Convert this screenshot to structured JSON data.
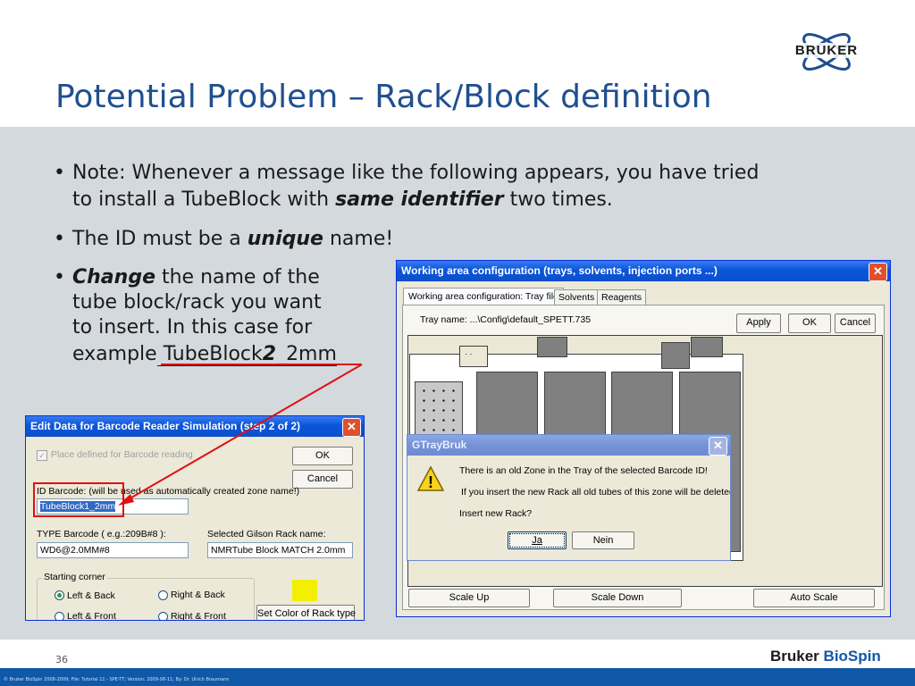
{
  "logo": {
    "text": "BRUKER"
  },
  "title": "Potential Problem – Rack/Block definition",
  "bullets": {
    "b1_l1": "Note: Whenever a message like the following appears, you have tried",
    "b1_l2a": "to install a TubeBlock with ",
    "b1_l2b": "same identifier",
    "b1_l2c": " two times.",
    "b2_a": "The ID must be a ",
    "b2_b": "unique",
    "b2_c": " name!",
    "b3_l1a": "Change",
    "b3_l1b": " the name of the",
    "b3_l2": "tube block/rack you want",
    "b3_l3": "to insert. In this case for",
    "b3_l4a": "example",
    "b3_l4b": " TubeBlock",
    "b3_l4c": "2",
    "b3_l4d": "_2mm"
  },
  "barcode_dialog": {
    "title": "Edit Data for Barcode Reader Simulation (step 2 of 2)",
    "close": "✕",
    "checkbox_label": "Place defined for Barcode reading",
    "ok": "OK",
    "cancel": "Cancel",
    "id_label": "ID Barcode: (will be used as automatically created zone name!)",
    "id_value": "TubeBlock1_2mm",
    "type_label": "TYPE Barcode ( e.g.:209B#8 ):",
    "type_value": "WD6@2.0MM#8",
    "gilson_label": "Selected Gilson Rack name:",
    "gilson_value": "NMRTube Block MATCH 2.0mm",
    "corner_legend": "Starting corner",
    "left_back": "Left & Back",
    "right_back": "Right & Back",
    "left_front": "Left & Front",
    "right_front": "Right & Front",
    "set_color": "Set Color of Rack type"
  },
  "work_dialog": {
    "title": "Working area configuration (trays, solvents, injection ports ...)",
    "close": "✕",
    "tab_tray": "Working area configuration: Tray file",
    "tab_solvents": "Solvents",
    "tab_reagents": "Reagents",
    "tray_name": "Tray name: ...\\Config\\default_SPETT.735",
    "apply": "Apply",
    "ok": "OK",
    "cancel": "Cancel",
    "scale_up": "Scale Up",
    "scale_down": "Scale Down",
    "auto_scale": "Auto Scale"
  },
  "gtray_dialog": {
    "title": "GTrayBruk",
    "close": "✕",
    "warn_icon": "warning-icon",
    "line1": "There is an old  Zone in the Tray of the selected Barcode ID!",
    "line2": "If you insert the new Rack all old tubes of this zone will be deleted!",
    "line3": "Insert new Rack?",
    "ja": "Ja",
    "nein": "Nein"
  },
  "footer": {
    "page_number": "36",
    "brand_a": "Bruker",
    "brand_b": "BioSpin",
    "copyright": "© Bruker BioSpin 2008-2009; File: Tutorial 11 - SPE-TT; Version: 2009-08-11; By: Dr. Ulrich Braumann"
  },
  "colors": {
    "title": "#1f4f8f",
    "content_bg": "#d4d9de",
    "footer_bar": "#0f59a8",
    "annotation": "#e01010",
    "highlight": "#f2f000"
  }
}
